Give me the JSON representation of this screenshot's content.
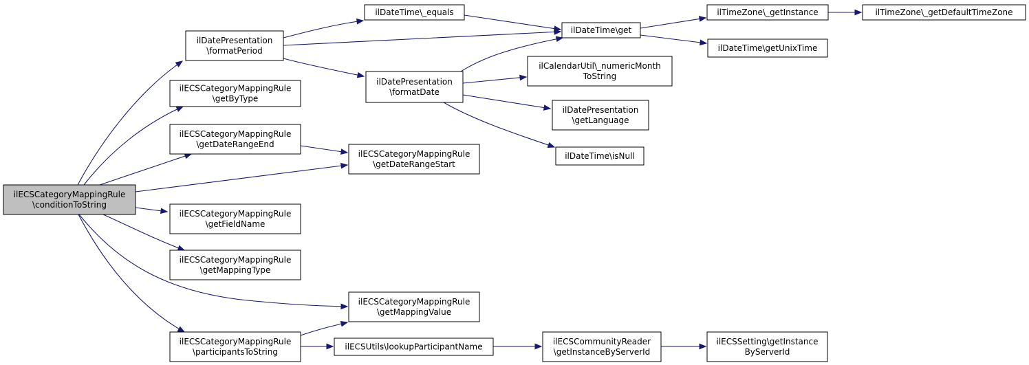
{
  "graph": {
    "type": "call-graph",
    "edge_color": "#191970",
    "root_fill": "#bfbfbf",
    "nodes": [
      {
        "id": "root",
        "lines": [
          "ilECSCategoryMappingRule",
          "\\conditionToString"
        ],
        "root": true
      },
      {
        "id": "fmtPer",
        "lines": [
          "ilDatePresentation",
          "\\formatPeriod"
        ]
      },
      {
        "id": "getByT",
        "lines": [
          "ilECSCategoryMappingRule",
          "\\getByType"
        ]
      },
      {
        "id": "getDRE",
        "lines": [
          "ilECSCategoryMappingRule",
          "\\getDateRangeEnd"
        ]
      },
      {
        "id": "getFN",
        "lines": [
          "ilECSCategoryMappingRule",
          "\\getFieldName"
        ]
      },
      {
        "id": "getMT",
        "lines": [
          "ilECSCategoryMappingRule",
          "\\getMappingType"
        ]
      },
      {
        "id": "partTS",
        "lines": [
          "ilECSCategoryMappingRule",
          "\\participantsToString"
        ]
      },
      {
        "id": "dtEq",
        "lines": [
          "ilDateTime\\_equals"
        ]
      },
      {
        "id": "fmtDate",
        "lines": [
          "ilDatePresentation",
          "\\formatDate"
        ]
      },
      {
        "id": "getDRS",
        "lines": [
          "ilECSCategoryMappingRule",
          "\\getDateRangeStart"
        ]
      },
      {
        "id": "getMV",
        "lines": [
          "ilECSCategoryMappingRule",
          "\\getMappingValue"
        ]
      },
      {
        "id": "lookup",
        "lines": [
          "ilECSUtils\\lookupParticipantName"
        ]
      },
      {
        "id": "dtGet",
        "lines": [
          "ilDateTime\\get"
        ]
      },
      {
        "id": "calUtil",
        "lines": [
          "ilCalendarUtil\\_numericMonth",
          "ToString"
        ]
      },
      {
        "id": "getLang",
        "lines": [
          "ilDatePresentation",
          "\\getLanguage"
        ]
      },
      {
        "id": "isNull",
        "lines": [
          "ilDateTime\\isNull"
        ]
      },
      {
        "id": "commRd",
        "lines": [
          "ilECSCommunityReader",
          "\\getInstanceByServerId"
        ]
      },
      {
        "id": "tzGI",
        "lines": [
          "ilTimeZone\\_getInstance"
        ]
      },
      {
        "id": "unixT",
        "lines": [
          "ilDateTime\\getUnixTime"
        ]
      },
      {
        "id": "ecsSet",
        "lines": [
          "ilECSSetting\\getInstance",
          "ByServerId"
        ]
      },
      {
        "id": "tzDef",
        "lines": [
          "ilTimeZone\\_getDefaultTimeZone"
        ]
      }
    ],
    "edges": [
      [
        "root",
        "fmtPer"
      ],
      [
        "root",
        "getByT"
      ],
      [
        "root",
        "getDRE"
      ],
      [
        "root",
        "getDRS"
      ],
      [
        "root",
        "getFN"
      ],
      [
        "root",
        "getMT"
      ],
      [
        "root",
        "getMV"
      ],
      [
        "root",
        "partTS"
      ],
      [
        "fmtPer",
        "dtEq"
      ],
      [
        "fmtPer",
        "dtGet"
      ],
      [
        "fmtPer",
        "fmtDate"
      ],
      [
        "getDRE",
        "getDRS"
      ],
      [
        "partTS",
        "getMV"
      ],
      [
        "partTS",
        "lookup"
      ],
      [
        "dtEq",
        "dtGet"
      ],
      [
        "fmtDate",
        "dtGet"
      ],
      [
        "fmtDate",
        "calUtil"
      ],
      [
        "fmtDate",
        "getLang"
      ],
      [
        "fmtDate",
        "isNull"
      ],
      [
        "lookup",
        "commRd"
      ],
      [
        "dtGet",
        "tzGI"
      ],
      [
        "dtGet",
        "unixT"
      ],
      [
        "tzGI",
        "tzDef"
      ],
      [
        "commRd",
        "ecsSet"
      ]
    ]
  }
}
